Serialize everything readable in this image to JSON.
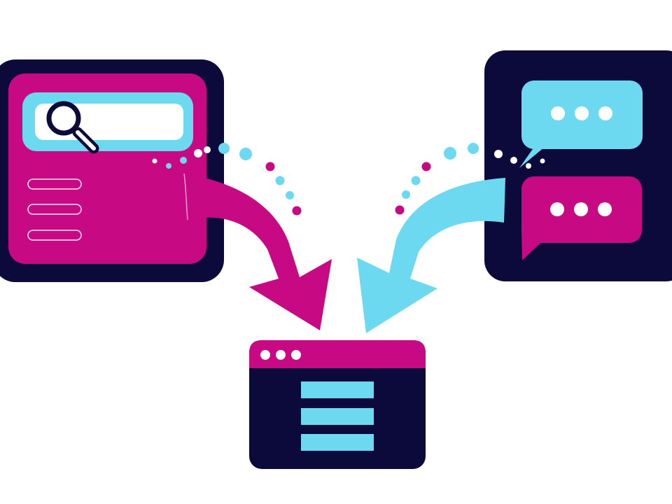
{
  "colors": {
    "background": "#ffffff",
    "navy": "#0b0a3b",
    "magenta": "#c70a83",
    "cyan": "#6cd9f1",
    "white": "#ffffff"
  },
  "search_panel": {
    "icon": "magnifier-icon",
    "list_item_count": 3
  },
  "chat_panel": {
    "bubbles": [
      {
        "color": "cyan",
        "icon": "ellipsis-icon"
      },
      {
        "color": "magenta",
        "icon": "ellipsis-icon"
      }
    ]
  },
  "result_window": {
    "titlebar_dot_count": 3,
    "menu_icon": "hamburger-menu-icon"
  },
  "arrows": [
    {
      "from": "search_panel",
      "to": "result_window",
      "color": "magenta"
    },
    {
      "from": "chat_panel",
      "to": "result_window",
      "color": "cyan"
    }
  ]
}
